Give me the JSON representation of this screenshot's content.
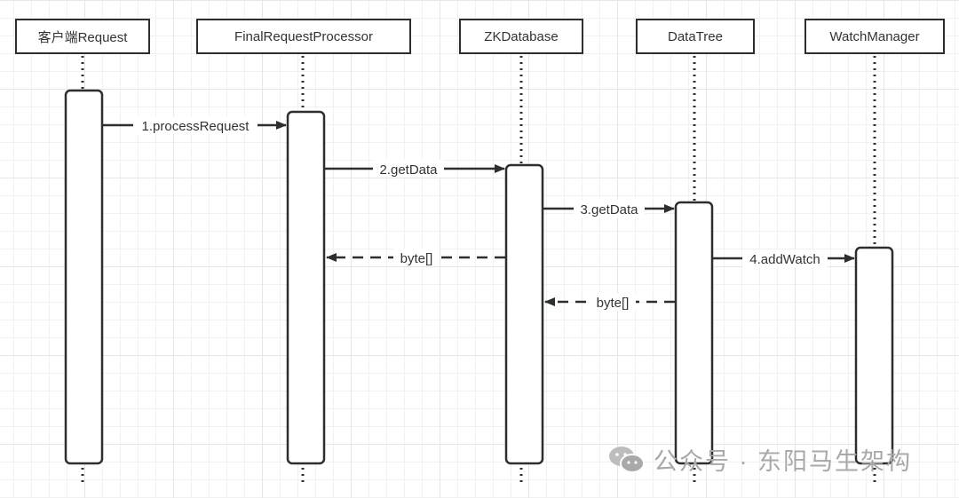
{
  "participants": [
    {
      "id": "client",
      "label": "客户端Request"
    },
    {
      "id": "frp",
      "label": "FinalRequestProcessor"
    },
    {
      "id": "zkdb",
      "label": "ZKDatabase"
    },
    {
      "id": "tree",
      "label": "DataTree"
    },
    {
      "id": "watch",
      "label": "WatchManager"
    }
  ],
  "messages": [
    {
      "from": "client",
      "to": "frp",
      "label": "1.processRequest",
      "style": "solid"
    },
    {
      "from": "frp",
      "to": "zkdb",
      "label": "2.getData",
      "style": "solid"
    },
    {
      "from": "zkdb",
      "to": "tree",
      "label": "3.getData",
      "style": "solid"
    },
    {
      "from": "zkdb",
      "to": "frp",
      "label": "byte[]",
      "style": "dashed"
    },
    {
      "from": "tree",
      "to": "watch",
      "label": "4.addWatch",
      "style": "solid"
    },
    {
      "from": "tree",
      "to": "zkdb",
      "label": "byte[]",
      "style": "dashed"
    }
  ],
  "colors": {
    "line": "#2b2f31",
    "text": "#333333",
    "watermark": "#a8a8a8"
  },
  "watermark": {
    "icon": "wechat-icon",
    "text": "公众号 · 东阳马生架构"
  }
}
